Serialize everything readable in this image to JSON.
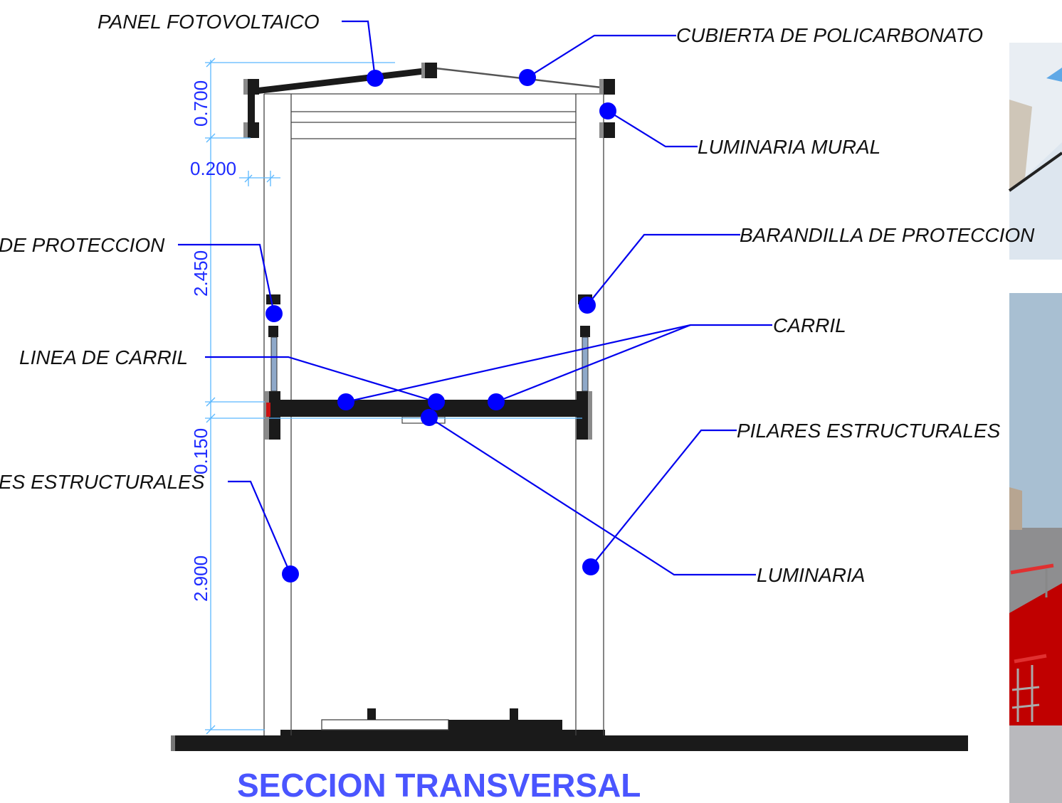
{
  "title": "SECCION TRANSVERSAL",
  "labels": {
    "panel": "PANEL FOTOVOLTAICO",
    "cubierta": "CUBIERTA DE POLICARBONATO",
    "luminaria_mural": "LUMINARIA MURAL",
    "barandilla_left": "DE PROTECCION",
    "barandilla_right": "BARANDILLA DE PROTECCION",
    "carril": "CARRIL",
    "linea_carril": "LINEA DE CARRIL",
    "pilares_left": "ES ESTRUCTURALES",
    "pilares_right": "PILARES ESTRUCTURALES",
    "luminaria": "LUMINARIA"
  },
  "dimensions": {
    "d1": "0.700",
    "d2": "0.200",
    "d3": "2.450",
    "d4": "0.150",
    "d5": "2.900"
  },
  "colors": {
    "leader": "#0000ee",
    "dimension": "#1f2cff",
    "title": "#4a55ff",
    "structure": "#1a1a1a",
    "railing_accent": "#cc1111"
  }
}
